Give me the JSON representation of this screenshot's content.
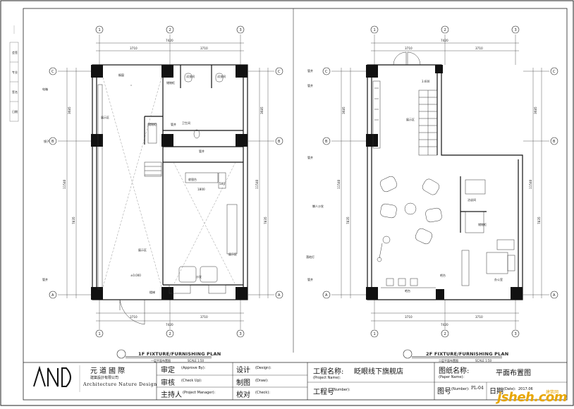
{
  "sheet": {
    "left_strip_labels": [
      "会签",
      "专业",
      "签名",
      "日期"
    ]
  },
  "plan_1f": {
    "title": "1F FIXTURE/FURNISHING PLAN",
    "subtitle_cn": "一层平面布置图",
    "scale": "SCALE 1:50",
    "axes_top": [
      "1",
      "2",
      "3"
    ],
    "axes_side": [
      "C",
      "B",
      "A"
    ],
    "dims_top": {
      "total": "7420",
      "left": "3710",
      "right": "3710"
    },
    "dims_bottom": {
      "total": "7420",
      "left": "3710",
      "right": "3710"
    },
    "dims_side_left": [
      "3685",
      "11540",
      "7835"
    ],
    "dims_side_right": [
      "3685",
      "11540",
      "7835"
    ],
    "labels": {
      "pipe_well": "管井",
      "elec_well": "电箱",
      "storage": "储物柜",
      "wc": "卫生间",
      "mirror": "镜子",
      "fitting_room": "试衣间",
      "display": "展示区",
      "cashier": "收银台",
      "level": "±0.000",
      "sofa": "沙发",
      "counter_w": "1800",
      "counter_h": "500",
      "stair": "楼梯",
      "window": "橱窗"
    }
  },
  "plan_2f": {
    "title": "2F FIXTURE/FURNISHING PLAN",
    "subtitle_cn": "二层平面布置图",
    "scale": "SCALE 1:50",
    "axes_top": [
      "1",
      "2",
      "3"
    ],
    "axes_side": [
      "C",
      "B",
      "A"
    ],
    "dims_top": {
      "total": "7420",
      "left": "3710",
      "right": "3710"
    },
    "dims_bottom": {
      "total": "7420",
      "left": "3710",
      "right": "3710"
    },
    "dims_side_left": [
      "3685",
      "11540",
      "7835"
    ],
    "dims_side_right": [
      "3685",
      "11540",
      "7835"
    ],
    "labels": {
      "pipe_well": "管井",
      "level": "3.600",
      "lounge": "懒人沙发",
      "floor_lamp": "落地灯",
      "office": "办公室",
      "meeting": "洽谈间",
      "storage": "储物柜",
      "bar": "吧台",
      "display": "展示区"
    }
  },
  "title_block": {
    "company_cn": "元道國際",
    "company_sub": "建築設計有限公司",
    "company_en": "Architecture Nature Design",
    "approve_cn": "审定",
    "approve_en": "(Approve By):",
    "check_cn": "审核",
    "check_en": "(Check Up):",
    "manager_cn": "主持人",
    "manager_en": "(Project Manager):",
    "design_cn": "设计",
    "design_en": "(Design):",
    "drawing_cn": "制图",
    "drawing_en": "(Draw):",
    "checked_cn": "校对",
    "checked_en": "(Check):",
    "project_name_cn": "工程名称:",
    "project_name_en": "(Project Name):",
    "project_name_value": "眨眼线下旗舰店",
    "project_no_cn": "工程号",
    "project_no_en": "(Number):",
    "paper_name_cn": "图纸名称:",
    "paper_name_en": "(Paper Name):",
    "paper_name_value": "平面布置图",
    "sheet_no_cn": "图号",
    "sheet_no_en": "(Number):",
    "sheet_no_value": "PL-04",
    "date_cn": "日期",
    "date_en": "(Date):",
    "date_value": "2017.06"
  },
  "watermark": {
    "main": "jsheh.com",
    "sub": "建筑网"
  }
}
